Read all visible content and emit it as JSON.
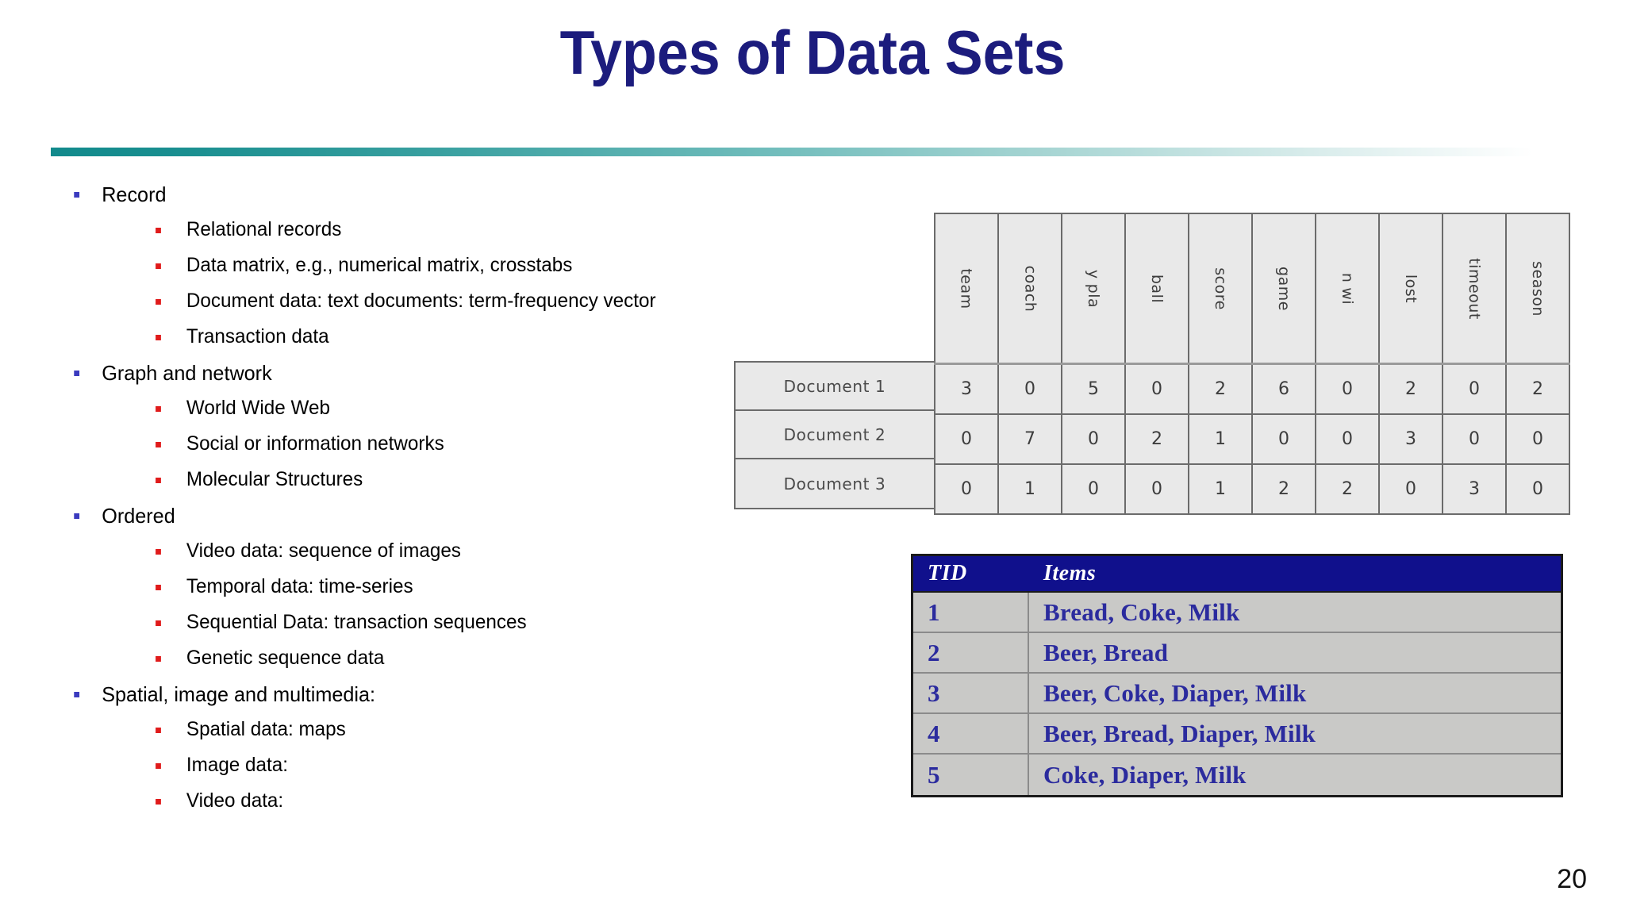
{
  "slide": {
    "title": "Types of Data Sets",
    "page_number": "20",
    "title_color": "#1c1c7d",
    "divider_color_start": "#128a8c",
    "divider_color_end": "#ffffff",
    "level1_bullet_color": "#3b3bbf",
    "level2_bullet_color": "#e01b1b"
  },
  "outline": [
    {
      "label": "Record",
      "children": [
        "Relational records",
        "Data matrix, e.g., numerical matrix, crosstabs",
        "Document data: text documents: term-frequency vector",
        "Transaction data"
      ]
    },
    {
      "label": "Graph and network",
      "children": [
        "World Wide Web",
        "Social or information networks",
        "Molecular Structures"
      ]
    },
    {
      "label": "Ordered",
      "children": [
        "Video data: sequence of images",
        "Temporal data: time-series",
        "Sequential Data: transaction sequences",
        "Genetic sequence data"
      ]
    },
    {
      "label": "Spatial, image and multimedia:",
      "children": [
        "Spatial data: maps",
        "Image data:",
        "Video data:"
      ]
    }
  ],
  "document_term_matrix": {
    "type": "table",
    "columns": [
      {
        "lines": [
          "team"
        ]
      },
      {
        "lines": [
          "coach"
        ]
      },
      {
        "lines": [
          "pla",
          "y"
        ]
      },
      {
        "lines": [
          "ball"
        ]
      },
      {
        "lines": [
          "score"
        ]
      },
      {
        "lines": [
          "game"
        ]
      },
      {
        "lines": [
          "wi",
          "n"
        ]
      },
      {
        "lines": [
          "lost"
        ]
      },
      {
        "lines": [
          "timeout"
        ]
      },
      {
        "lines": [
          "season"
        ]
      }
    ],
    "rows": [
      {
        "label": "Document 1",
        "values": [
          "3",
          "0",
          "5",
          "0",
          "2",
          "6",
          "0",
          "2",
          "0",
          "2"
        ]
      },
      {
        "label": "Document 2",
        "values": [
          "0",
          "7",
          "0",
          "2",
          "1",
          "0",
          "0",
          "3",
          "0",
          "0"
        ]
      },
      {
        "label": "Document 3",
        "values": [
          "0",
          "1",
          "0",
          "0",
          "1",
          "2",
          "2",
          "0",
          "3",
          "0"
        ]
      }
    ]
  },
  "transaction_table": {
    "type": "table",
    "headers": [
      "TID",
      "Items"
    ],
    "rows": [
      {
        "tid": "1",
        "items": "Bread, Coke, Milk"
      },
      {
        "tid": "2",
        "items": "Beer, Bread"
      },
      {
        "tid": "3",
        "items": "Beer, Coke, Diaper, Milk"
      },
      {
        "tid": "4",
        "items": "Beer, Bread, Diaper, Milk"
      },
      {
        "tid": "5",
        "items": "Coke, Diaper, Milk"
      }
    ],
    "header_bg": "#10108c",
    "body_bg": "#c9c9c7",
    "body_text_color": "#2b2b9e"
  }
}
